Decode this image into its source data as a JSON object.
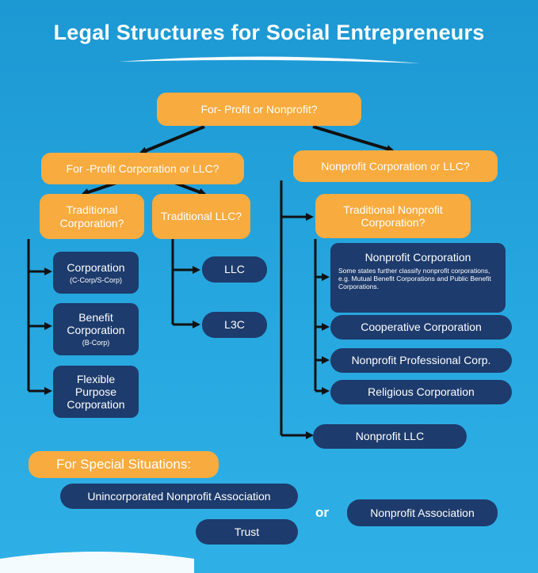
{
  "title": "Legal Structures for Social Entrepreneurs",
  "root": "For- Profit or Nonprofit?",
  "for_profit": {
    "question": "For -Profit Corporation or LLC?",
    "traditional_corp": "Traditional Corporation?",
    "traditional_llc": "Traditional LLC?",
    "corporation": {
      "label": "Corporation",
      "sub": "(C-Corp/S-Corp)"
    },
    "benefit_corporation": {
      "label": "Benefit Corporation",
      "sub": "(B-Corp)"
    },
    "flexible_purpose": "Flexible Purpose Corporation",
    "llc": "LLC",
    "l3c": "L3C"
  },
  "nonprofit": {
    "question": "Nonprofit Corporation or LLC?",
    "traditional": "Traditional Nonprofit Corporation?",
    "corporation": {
      "label": "Nonprofit Corporation",
      "note": "Some states further classify nonprofit corporations, e.g. Mutual  Benefit Corporations and Public Benefit Corporations."
    },
    "cooperative": "Cooperative Corporation",
    "professional": "Nonprofit Professional Corp.",
    "religious": "Religious Corporation",
    "llc": "Nonprofit LLC"
  },
  "special": {
    "heading": "For Special Situations:",
    "unincorporated": "Unincorporated Nonprofit Association",
    "trust": "Trust",
    "or": "or",
    "association": "Nonprofit Association"
  },
  "colors": {
    "background": "#1f9bd5",
    "orange": "#f8ab3f",
    "navy": "#1d3b6c",
    "arrow": "#111111"
  }
}
